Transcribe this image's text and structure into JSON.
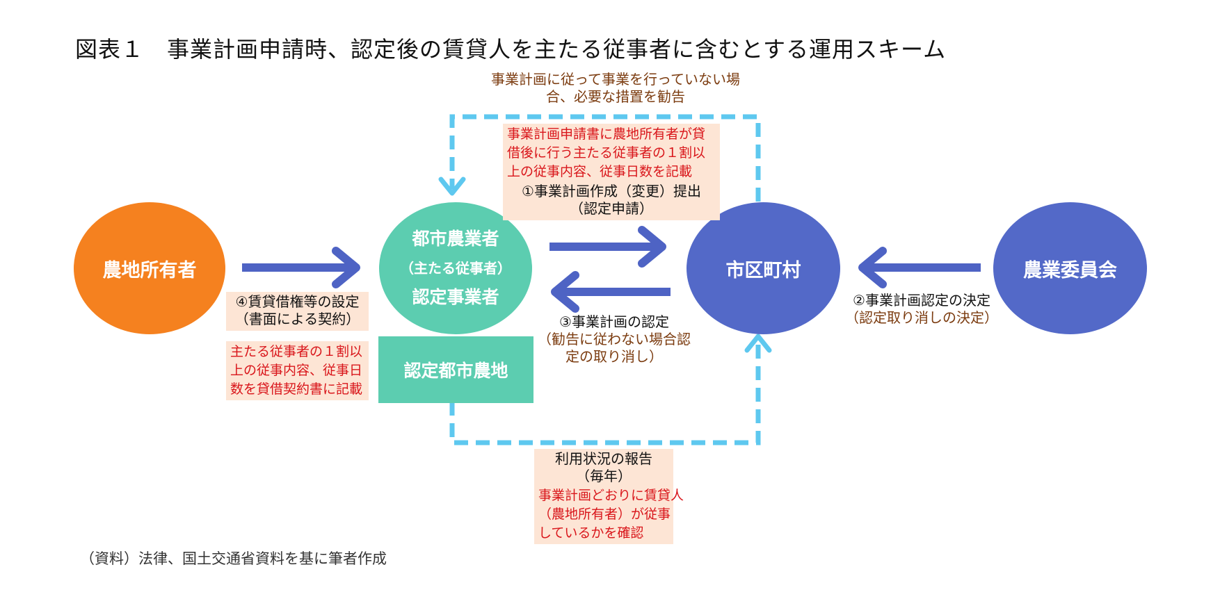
{
  "title": "図表１　事業計画申請時、認定後の賃貸人を主たる従事者に含むとする運用スキーム",
  "nodes": {
    "landowner": "農地所有者",
    "farmer_line1": "都市農業者",
    "farmer_line2": "（主たる従事者）",
    "farmer_line3": "認定事業者",
    "farmland": "認定都市農地",
    "municipality": "市区町村",
    "committee": "農業委員会"
  },
  "labels": {
    "top_recommend_1": "事業計画に従って事業を行っていない場",
    "top_recommend_2": "合、必要な措置を勧告",
    "submit_note_1": "事業計画申請書に農地所有者が貸",
    "submit_note_2": "借後に行う主たる従事者の１割以",
    "submit_note_3": "上の従事内容、従事日数を記載",
    "submit_1": "①事業計画作成（変更）提出",
    "submit_2": "（認定申請）",
    "decision_1": "②事業計画認定の決定",
    "decision_2": "（認定取り消しの決定）",
    "approval_1": "③事業計画の認定",
    "approval_2": "（勧告に従わない場合認",
    "approval_3": "定の取り消し）",
    "lease_1": "④賃貸借権等の設定",
    "lease_2": "（書面による契約）",
    "lease_note_1": "主たる従事者の１割以",
    "lease_note_2": "上の従事内容、従事日",
    "lease_note_3": "数を貸借契約書に記載",
    "report_1": "利用状況の報告",
    "report_2": "（毎年）",
    "report_note_1": "事業計画どおりに賃貸人",
    "report_note_2": "（農地所有者）が従事",
    "report_note_3": "しているかを確認"
  },
  "source": "（資料）法律、国土交通省資料を基に筆者作成",
  "colors": {
    "orange": "#f5811f",
    "teal": "#5ccdb0",
    "indigo": "#5369c8",
    "arrow": "#4e63c4",
    "dashed": "#5ec8ef",
    "red_text": "#d9161b",
    "brown_text": "#7b3b0f",
    "note_bg": "#fde5d5"
  }
}
